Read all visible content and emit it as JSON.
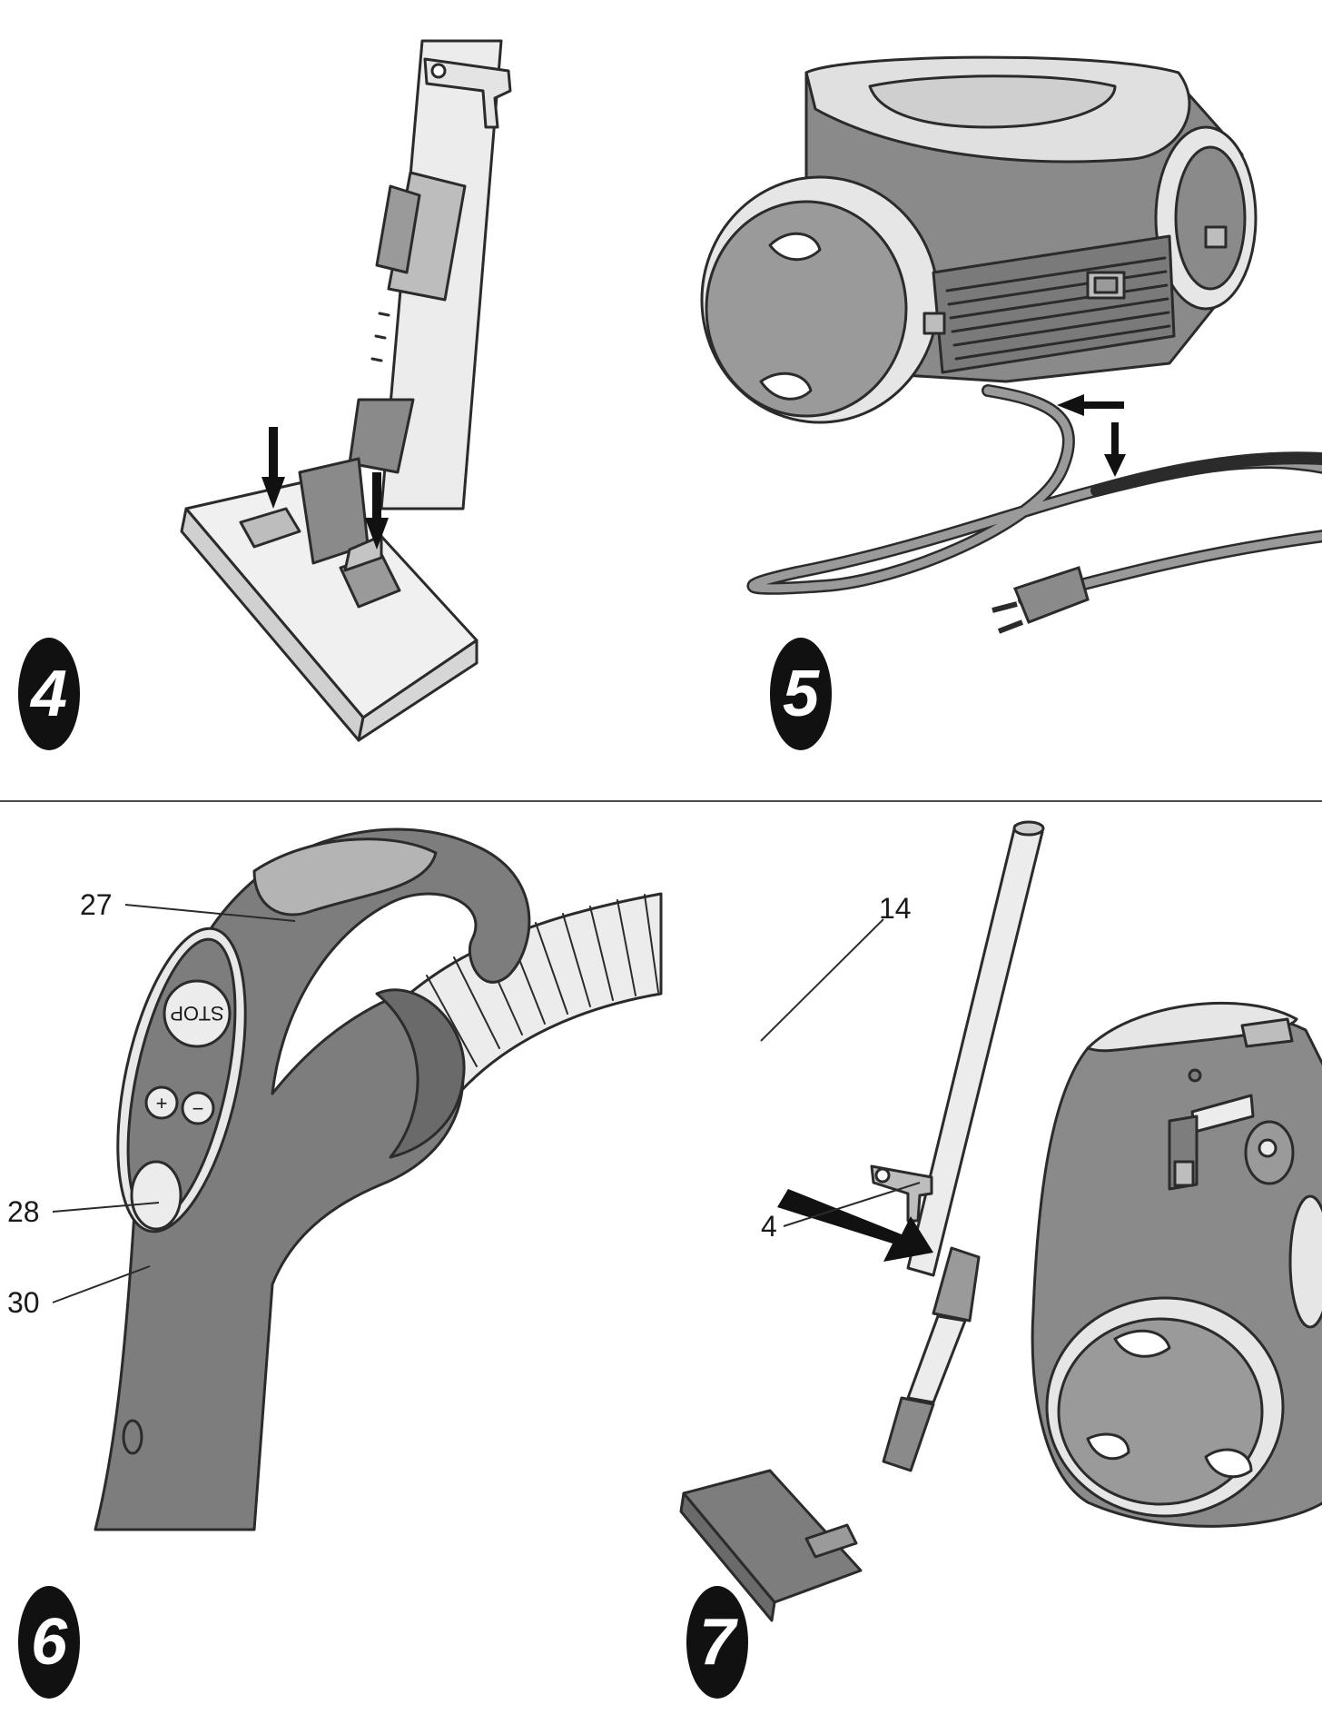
{
  "steps": [
    {
      "number": "4"
    },
    {
      "number": "5"
    },
    {
      "number": "6"
    },
    {
      "number": "7"
    }
  ],
  "callouts": {
    "handle_grip": "27",
    "control_panel": "28",
    "suction_button": "30",
    "tube_clip": "14",
    "parking_slot": "4"
  },
  "handle_buttons": {
    "stop_label": "STOP",
    "plus_label": "+",
    "minus_label": "−"
  },
  "colors": {
    "product_gray": "#8a8a8a",
    "dark_gray": "#6e6e6e",
    "light_gray": "#d9d9d9",
    "outline": "#2b2b2b",
    "badge": "#111111"
  }
}
